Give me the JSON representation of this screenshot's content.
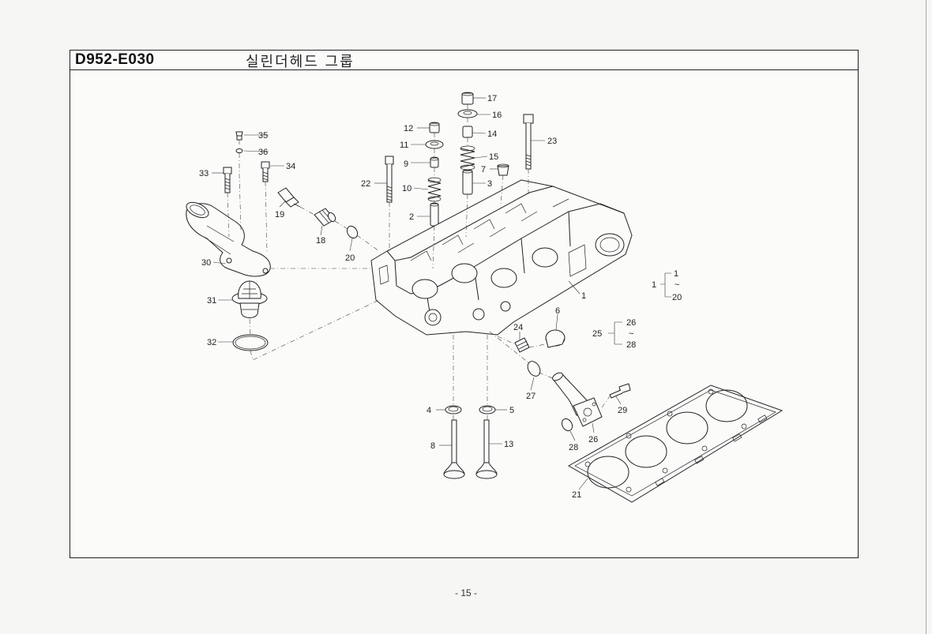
{
  "header": {
    "code": "D952-E030",
    "title": "실린더헤드 그룹"
  },
  "callouts": {
    "c1": "1",
    "c2": "2",
    "c3": "3",
    "c4": "4",
    "c5": "5",
    "c6": "6",
    "c7": "7",
    "c8": "8",
    "c9": "9",
    "c10": "10",
    "c11": "11",
    "c12": "12",
    "c13": "13",
    "c14": "14",
    "c15": "15",
    "c16": "16",
    "c17": "17",
    "c18": "18",
    "c19": "19",
    "c20": "20",
    "c21": "21",
    "c22": "22",
    "c23": "23",
    "c24": "24",
    "c26": "26",
    "c27": "27",
    "c28": "28",
    "c29": "29",
    "c30": "30",
    "c31": "31",
    "c32": "32",
    "c33": "33",
    "c34": "34",
    "c35": "35",
    "c36": "36"
  },
  "groups": {
    "g1_label": "1",
    "g1_from": "1",
    "g1_tilde": "~",
    "g1_to": "20",
    "g25_label": "25",
    "g25_from": "26",
    "g25_tilde": "~",
    "g25_to": "28"
  },
  "footer": {
    "page": "- 15 -"
  }
}
